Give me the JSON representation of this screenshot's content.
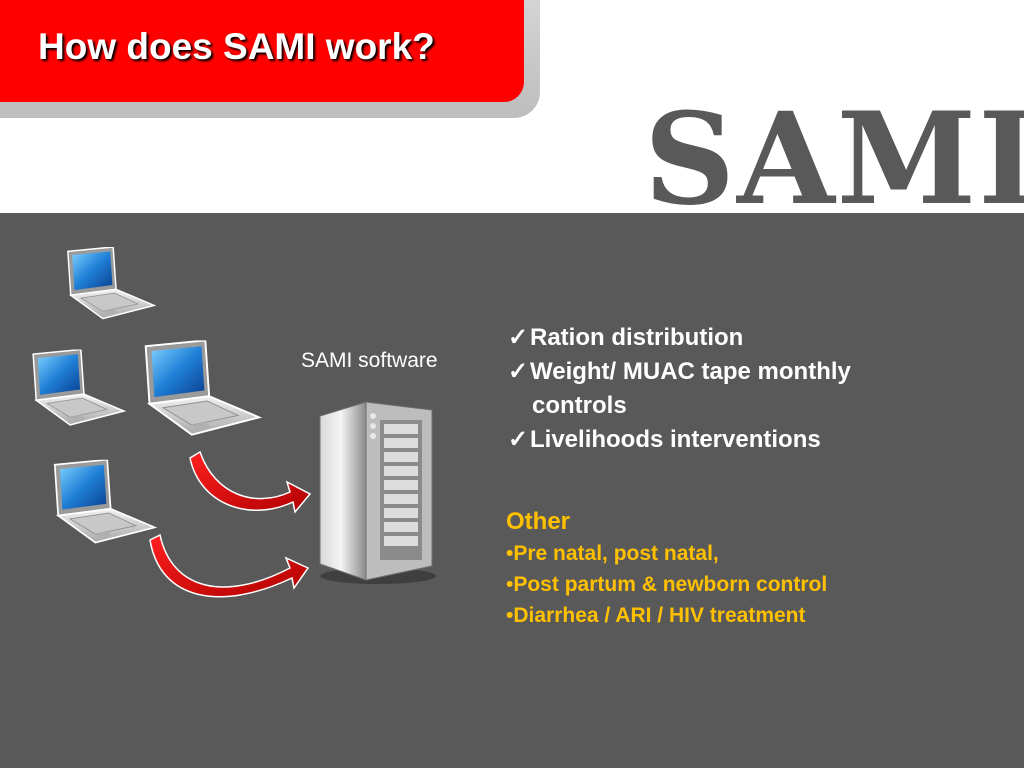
{
  "slide": {
    "title": "How does SAMI work?",
    "logo_text": "SAMI",
    "server_label": "SAMI software",
    "checklist": [
      {
        "mark": "✓",
        "lines": [
          "Ration distribution"
        ]
      },
      {
        "mark": "✓",
        "lines": [
          "Weight/  MUAC tape monthly",
          "controls"
        ]
      },
      {
        "mark": "✓",
        "lines": [
          "Livelihoods interventions"
        ]
      }
    ],
    "other": {
      "heading": "Other",
      "items": [
        "•Pre natal, post natal,",
        "•Post partum & newborn control",
        "•Diarrhea / ARI / HIV  treatment"
      ]
    }
  },
  "colors": {
    "title_bg": "#ff0000",
    "panel_bg": "#595959",
    "accent_text": "#ffc000",
    "text_light": "#ffffff"
  },
  "icons": [
    "laptop-icon",
    "server-icon",
    "arrow-icon",
    "checkmark-icon"
  ]
}
